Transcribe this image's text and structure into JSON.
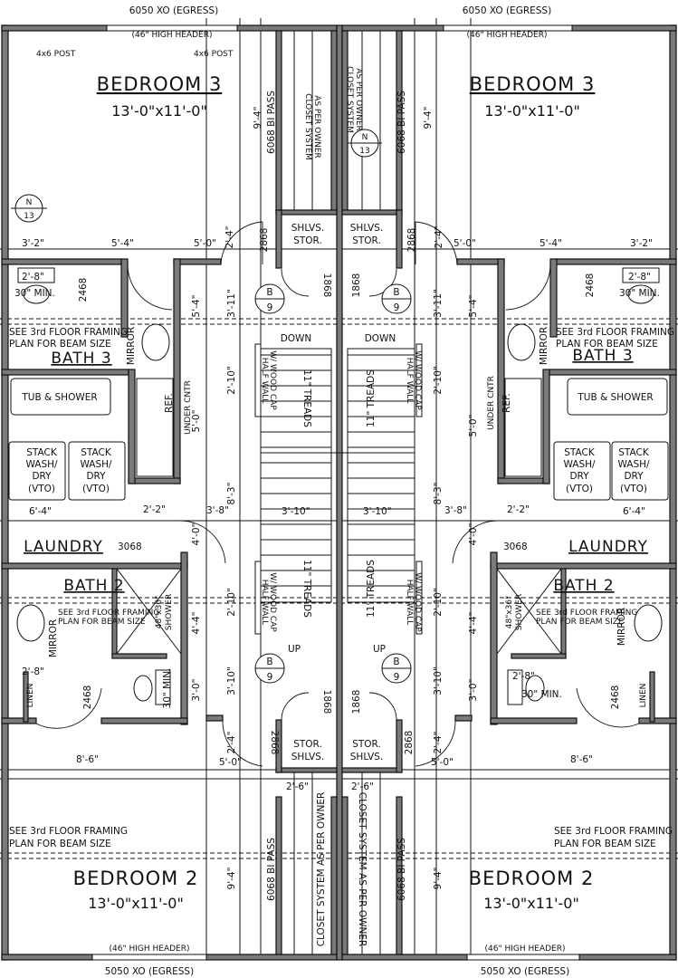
{
  "units": {
    "bedroom3": {
      "name": "BEDROOM 3",
      "size": "13'-0\"x11'-0\""
    },
    "bedroom2": {
      "name": "BEDROOM 2",
      "size": "13'-0\"x11'-0\""
    },
    "bath3": "BATH 3",
    "bath2": "BATH 2",
    "laundry": "LAUNDRY",
    "tub": "TUB & SHOWER",
    "stack_wash_lines": [
      "STACK",
      "WASH/",
      "DRY",
      "(VTO)"
    ],
    "shlvs_stor": [
      "SHLVS.",
      "STOR."
    ],
    "stor_shlvs": [
      "STOR.",
      "SHLVS."
    ],
    "closet_top": [
      "CLOSET SYSTEM",
      "AS PER OWNER"
    ],
    "closet_bottom": "CLOSET SYSTEM AS PER OWNER",
    "bipass": "6068 BI PASS",
    "header_46": "(46\" HIGH HEADER)",
    "egress_top": "6050 XO (EGRESS)",
    "egress_bottom": "5050 XO (EGRESS)",
    "post": "4x6 POST",
    "framing_note": [
      "SEE 3rd FLOOR FRAMING",
      "PLAN FOR BEAM SIZE"
    ],
    "framing_note_small": [
      "SEE 3rd FLOOR FRAMING",
      "PLAN FOR BEAM SIZE"
    ],
    "mirror": "MIRROR",
    "linen": "LINEN",
    "ref": "REF.",
    "under_cntr": "UNDER CNTR",
    "down": "DOWN",
    "up": "UP",
    "treads": "11\" TREADS",
    "hand_rail": [
      "HALF WALL",
      "W/ WOOD CAP"
    ],
    "shower": [
      "48\"x36\"",
      "SHOWER"
    ],
    "min30": "30\" MIN.",
    "door3068": "3068",
    "door2468": "2468",
    "door1868": "1868",
    "door2868": "2868",
    "section_b": {
      "letter": "B",
      "num": "9"
    },
    "north": {
      "letter": "N",
      "num": "13"
    },
    "dims": {
      "d3_2": "3'-2\"",
      "d5_4": "5'-4\"",
      "d5_0": "5'-0\"",
      "d2_4": "2'-4\"",
      "d2_8": "2'-8\"",
      "d9_4": "9'-4\"",
      "d3_11": "3'-11\"",
      "d2_10": "2'-10\"",
      "d6_4": "6'-4\"",
      "d2_2": "2'-2\"",
      "d3_8": "3'-8\"",
      "d8_3": "8'-3\"",
      "d3_10": "3'-10\"",
      "d4_0": "4'-0\"",
      "d4_4": "4'-4\"",
      "d3_0": "3'-0\"",
      "d8_6": "8'-6\"",
      "d2_6": "2'-6\""
    }
  }
}
